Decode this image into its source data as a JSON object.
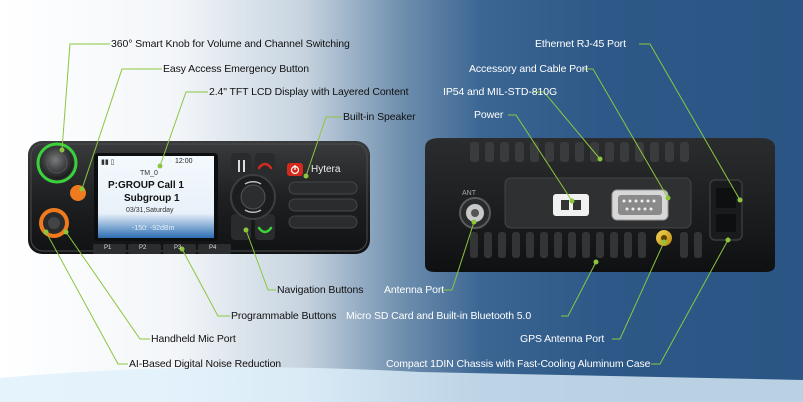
{
  "callouts": {
    "smart_knob": "360° Smart Knob for Volume and Channel Switching",
    "emergency_button": "Easy Access Emergency Button",
    "lcd_display": "2.4\" TFT LCD Display with Layered Content",
    "speaker": "Built-in Speaker",
    "navigation_buttons": "Navigation Buttons",
    "programmable_buttons": "Programmable Buttons",
    "mic_port": "Handheld Mic Port",
    "noise_reduction": "AI-Based Digital Noise Reduction",
    "ethernet_port": "Ethernet RJ-45 Port",
    "accessory_port": "Accessory and Cable Port",
    "ip54": "IP54 and MIL-STD-810G",
    "power": "Power",
    "antenna_port": "Antenna Port",
    "microsd_bluetooth": "Micro SD Card and Built-in Bluetooth 5.0",
    "gps_antenna": "GPS Antenna Port",
    "chassis": "Compact 1DIN Chassis with Fast-Cooling Aluminum Case"
  },
  "radio_front": {
    "brand": "Hytera",
    "lcd": {
      "time": "12:00",
      "alias": "TM_0",
      "group": "P:GROUP Call 1",
      "subgroup": "Subgroup 1",
      "date": "03/31,Saturday",
      "signal": "-150: -92dBm"
    },
    "softkeys": [
      "P1",
      "P2",
      "P3",
      "P4"
    ]
  },
  "radio_back": {
    "ant_label": "ANT"
  },
  "colors": {
    "leader_line": "#8cc63f",
    "knob_ring": "#3bd13b",
    "emergency": "#f07b1e",
    "power_key": "#d42a1e",
    "lcd_bg": "#eef5fb"
  }
}
